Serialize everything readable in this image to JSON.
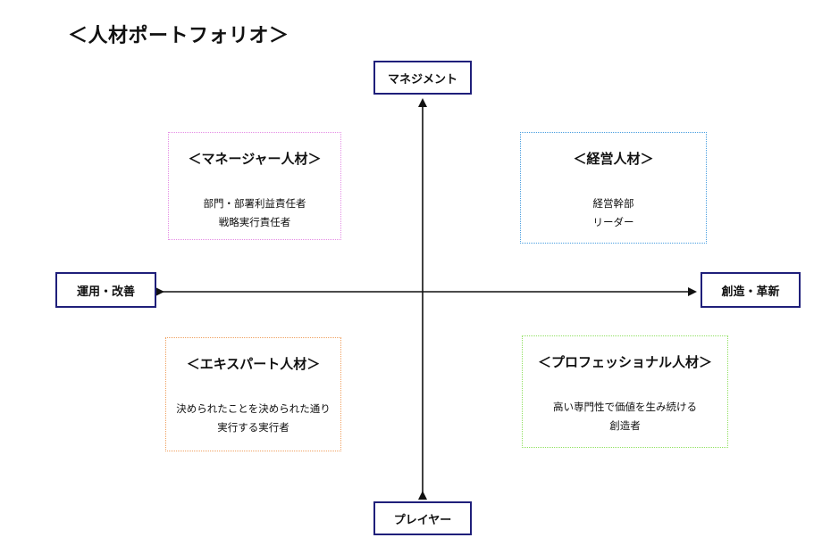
{
  "title": "＜人材ポートフォリオ＞",
  "axes": {
    "top": "マネジメント",
    "bottom": "プレイヤー",
    "left": "運用・改善",
    "right": "創造・革新"
  },
  "quadrants": {
    "top_left": {
      "title": "＜マネージャー人材＞",
      "lines": [
        "部門・部署利益責任者",
        "戦略実行責任者"
      ]
    },
    "top_right": {
      "title": "＜経営人材＞",
      "lines": [
        "経営幹部",
        "リーダー"
      ]
    },
    "bottom_left": {
      "title": "＜エキスパート人材＞",
      "lines": [
        "決められたことを決められた通り",
        "実行する実行者"
      ]
    },
    "bottom_right": {
      "title": "＜プロフェッショナル人材＞",
      "lines": [
        "高い専門性で価値を生み続ける",
        "創造者"
      ]
    }
  },
  "colors": {
    "axis_border": "#1f1f7a",
    "manager_border": "#e58ee5",
    "executive_border": "#4a9fe0",
    "expert_border": "#f0a060",
    "professional_border": "#90e060"
  }
}
